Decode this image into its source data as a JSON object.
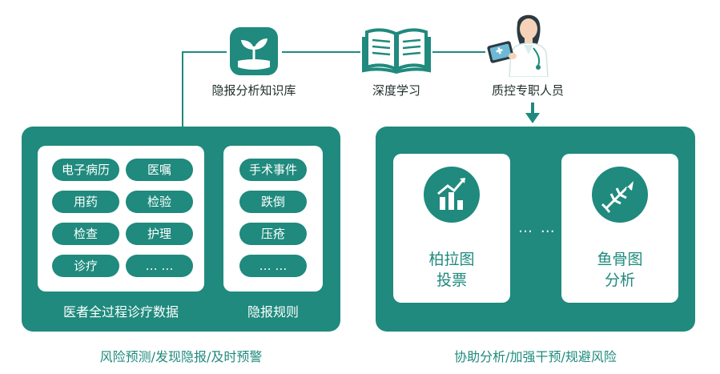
{
  "top": {
    "kb_label": "隐报分析知识库",
    "dl_label": "深度学习",
    "qc_label": "质控专职人员"
  },
  "left_panel": {
    "data_items": [
      "电子病历",
      "医嘱",
      "用药",
      "检验",
      "检查",
      "护理",
      "诊疗",
      "… …"
    ],
    "data_caption": "医者全过程诊疗数据",
    "rule_items": [
      "手术事件",
      "跌倒",
      "压疮",
      "… …"
    ],
    "rule_caption": "隐报规则",
    "footer": "风险预测/发现隐报/及时预警"
  },
  "right_panel": {
    "card1": {
      "line1": "柏拉图",
      "line2": "投票",
      "icon": "bar-chart-icon"
    },
    "card2": {
      "line1": "鱼骨图",
      "line2": "分析",
      "icon": "fishbone-icon"
    },
    "ellipsis": "… …",
    "footer": "协助分析/加强干预/规避风险"
  },
  "colors": {
    "primary": "#1f8a7d",
    "background": "#ffffff"
  }
}
